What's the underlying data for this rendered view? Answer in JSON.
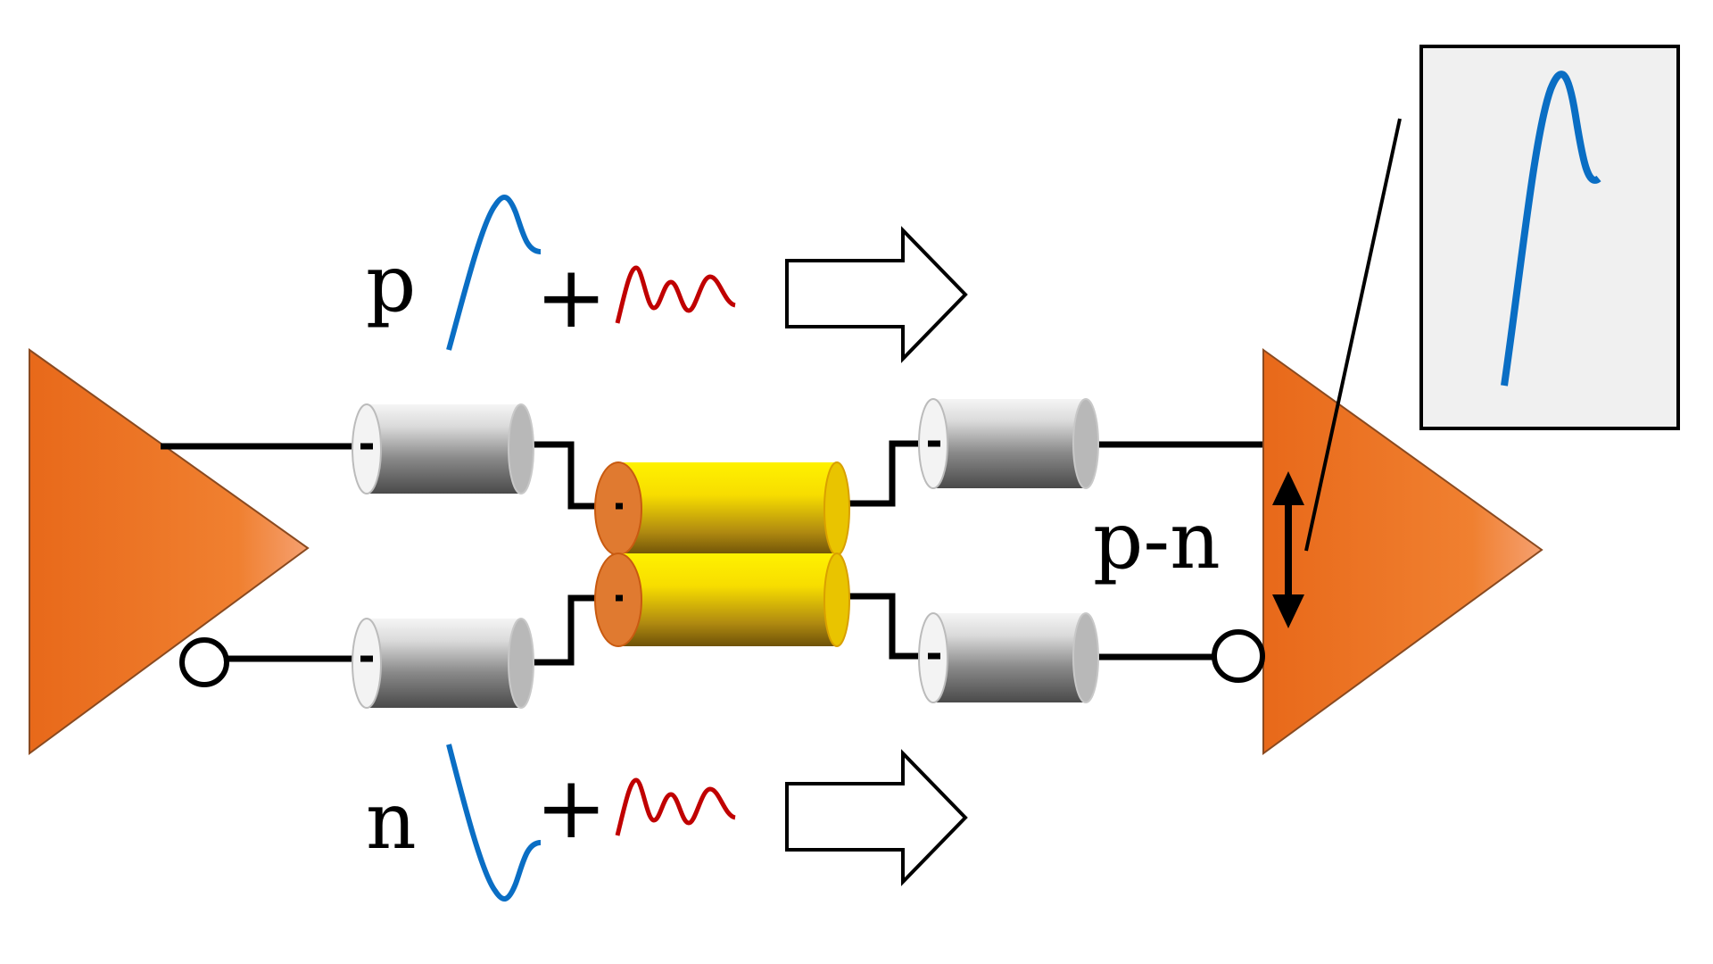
{
  "labels": {
    "p": "p",
    "n": "n",
    "plus_top": "+",
    "plus_bottom": "+",
    "difference": "p-n"
  },
  "colors": {
    "amplifier": "#E8711E",
    "signal": "#0A6EC4",
    "noise": "#C00000",
    "cable_core": "#F2D10A",
    "inset_background": "#F0F0F0"
  }
}
